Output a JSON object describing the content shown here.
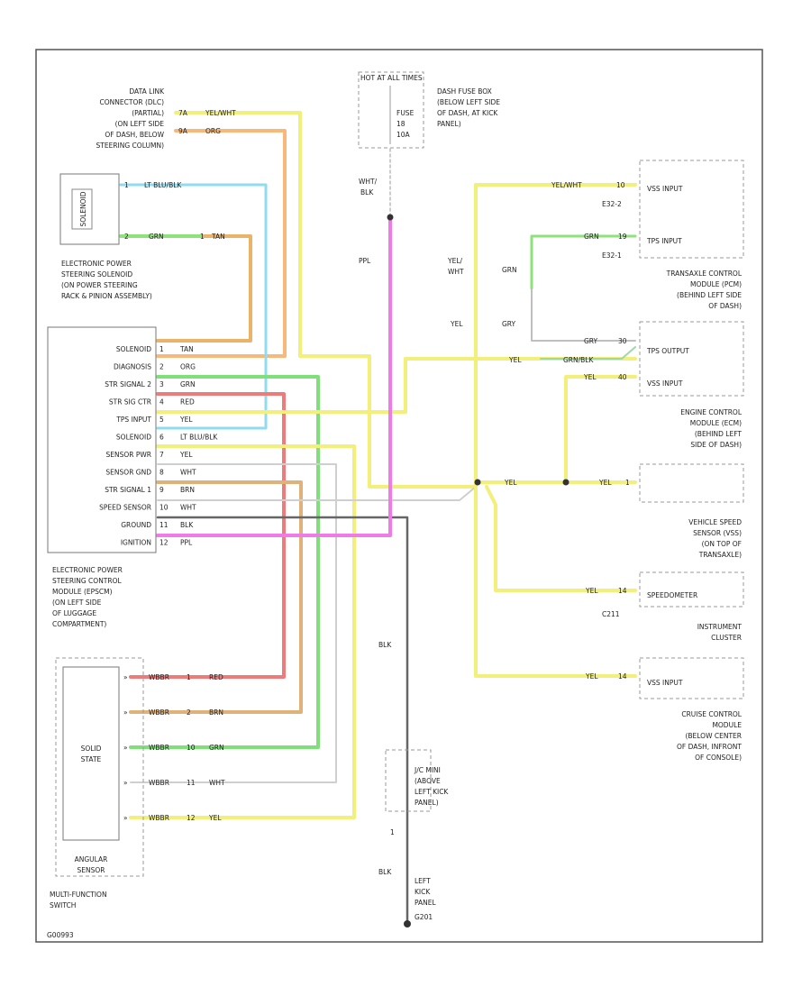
{
  "labels": {
    "dlc_title": [
      "DATA LINK",
      "CONNECTOR (DLC)",
      "(PARTIAL)",
      "(ON LEFT SIDE",
      "OF DASH, BELOW",
      "STEERING COLUMN)"
    ],
    "eps_solenoid_title": [
      "ELECTRONIC POWER",
      "STEERING SOLENOID",
      "(ON POWER STEERING",
      "RACK & PINION ASSEMBLY)"
    ],
    "epscm_title": [
      "ELECTRONIC POWER",
      "STEERING CONTROL",
      "MODULE (EPSCM)",
      "(ON LEFT SIDE",
      "OF LUGGAGE",
      "COMPARTMENT)"
    ],
    "mfs_title": [
      "MULTI-FUNCTION",
      "SWITCH"
    ],
    "fuse_title": [
      "DASH FUSE BOX",
      "(BELOW LEFT SIDE",
      "OF DASH, AT KICK",
      "PANEL)"
    ],
    "fuse_box_header": "HOT AT ALL TIMES",
    "fuse_name": "FUSE",
    "fuse_num": "18",
    "fuse_amp": "10A",
    "tcm_title": [
      "TRANSAXLE CONTROL",
      "MODULE (PCM)",
      "(BEHIND LEFT SIDE",
      "OF DASH)"
    ],
    "ecm_title": [
      "ENGINE CONTROL",
      "MODULE (ECM)",
      "(BEHIND LEFT",
      "SIDE OF DASH)"
    ],
    "vss_title": [
      "VEHICLE SPEED",
      "SENSOR (VSS)",
      "(ON TOP OF",
      "TRANSAXLE)"
    ],
    "cluster_title": [
      "INSTRUMENT",
      "CLUSTER"
    ],
    "cruise_title": [
      "CRUISE CONTROL",
      "MODULE",
      "(BELOW CENTER",
      "OF DASH, INFRONT",
      "OF CONSOLE)"
    ],
    "ground_junction": [
      "J/C MINI",
      "(ABOVE",
      "LEFT KICK",
      "PANEL)"
    ],
    "ground_title": [
      "LEFT",
      "KICK",
      "PANEL",
      "G201"
    ],
    "solenoid_box": "SOLENOID",
    "solid_state": [
      "SOLID",
      "STATE"
    ],
    "angular_sensor": [
      "ANGULAR",
      "SENSOR"
    ],
    "tcm_conn1": "E32-2",
    "tcm_conn2": "E32-1",
    "cluster_conn": "C211",
    "footer_code": "G00993"
  },
  "epscm_pins": [
    {
      "pin": "1",
      "name": "SOLENOID",
      "wire": "TAN"
    },
    {
      "pin": "2",
      "name": "DIAGNOSIS",
      "wire": "ORG"
    },
    {
      "pin": "3",
      "name": "STR SIGNAL 2",
      "wire": "GRN"
    },
    {
      "pin": "4",
      "name": "STR SIG CTR",
      "wire": "RED"
    },
    {
      "pin": "5",
      "name": "TPS INPUT",
      "wire": "YEL"
    },
    {
      "pin": "6",
      "name": "SOLENOID",
      "wire": "LT BLU/BLK"
    },
    {
      "pin": "7",
      "name": "SENSOR PWR",
      "wire": "YEL"
    },
    {
      "pin": "8",
      "name": "SENSOR GND",
      "wire": "WHT"
    },
    {
      "pin": "9",
      "name": "STR SIGNAL 1",
      "wire": "BRN"
    },
    {
      "pin": "10",
      "name": "SPEED SENSOR",
      "wire": "WHT"
    },
    {
      "pin": "11",
      "name": "GROUND",
      "wire": "BLK"
    },
    {
      "pin": "12",
      "name": "IGNITION",
      "wire": "PPL"
    }
  ],
  "dlc_pins": [
    {
      "pin": "7A",
      "wire": "YEL/WHT"
    },
    {
      "pin": "9A",
      "wire": "ORG"
    }
  ],
  "solenoid_pins": [
    {
      "pin": "1",
      "wire": "LT BLU/BLK"
    },
    {
      "pin": "2",
      "wire": "GRN",
      "splice": "1",
      "splice_wire": "TAN"
    }
  ],
  "mfs_pins": [
    {
      "conn": "WBBR",
      "pin": "1",
      "wire": "RED"
    },
    {
      "conn": "WBBR",
      "pin": "2",
      "wire": "BRN"
    },
    {
      "conn": "WBBR",
      "pin": "10",
      "wire": "GRN"
    },
    {
      "conn": "WBBR",
      "pin": "11",
      "wire": "WHT"
    },
    {
      "conn": "WBBR",
      "pin": "12",
      "wire": "YEL"
    }
  ],
  "modules": {
    "tcm": [
      {
        "label": "VSS INPUT",
        "pin": "10",
        "wire": "YEL/WHT"
      },
      {
        "label": "TPS INPUT",
        "pin": "19",
        "wire": "GRN"
      }
    ],
    "ecm": [
      {
        "label": "TPS OUTPUT",
        "pin": "30",
        "wire": "GRY"
      },
      {
        "label": "VSS INPUT",
        "pin": "40",
        "wire": "YEL"
      }
    ],
    "vss": {
      "pin": "1",
      "wire": "YEL"
    },
    "cluster": {
      "label": "SPEEDOMETER",
      "pin": "14",
      "wire": "YEL"
    },
    "cruise": {
      "label": "VSS INPUT",
      "pin": "14",
      "wire": "YEL"
    }
  },
  "wire_labels": {
    "wht_blk": [
      "WHT/",
      "BLK"
    ],
    "ppl": "PPL",
    "yel_wht": [
      "YEL/",
      "WHT"
    ],
    "yel": "YEL",
    "grn": "GRN",
    "gry": "GRY",
    "blk": "BLK",
    "grn_blk": "GRN/BLK",
    "yel_mid": "YEL",
    "blk_low": "BLK",
    "gnd_pin": "1"
  }
}
